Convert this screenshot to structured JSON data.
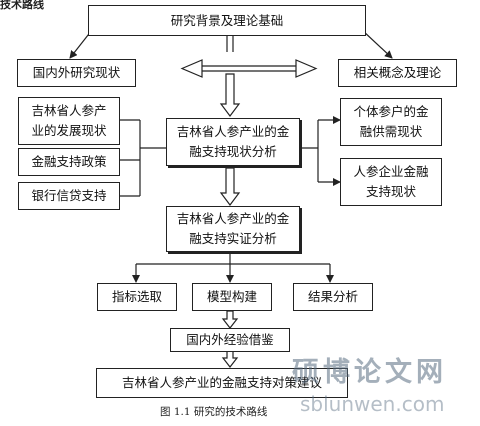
{
  "top_fragment": "技术路线",
  "nodes": {
    "research_background": "研究背景及理论基础",
    "domestic_foreign_status": "国内外研究现状",
    "related_concepts": "相关概念及理论",
    "industry_development": "吉林省人参产\n业的发展现状",
    "finance_policy": "金融支持政策",
    "bank_credit": "银行信贷支持",
    "finance_status_analysis": "吉林省人参产业的金\n融支持现状分析",
    "individual_farmers_demand": "个体参户的金\n融供需现状",
    "enterprise_finance": "人参企业金融\n支持现状",
    "empirical_analysis": "吉林省人参产业的金\n融支持实证分析",
    "indicator_selection": "指标选取",
    "model_building": "模型构建",
    "result_analysis": "结果分析",
    "experience_reference": "国内外经验借鉴",
    "recommendations": "吉林省人参产业的金融支持对策建议"
  },
  "caption": "图 1.1  研究的技术路线",
  "watermark": {
    "text_cn": "硕博论文网",
    "url": "sblunwen.com"
  }
}
